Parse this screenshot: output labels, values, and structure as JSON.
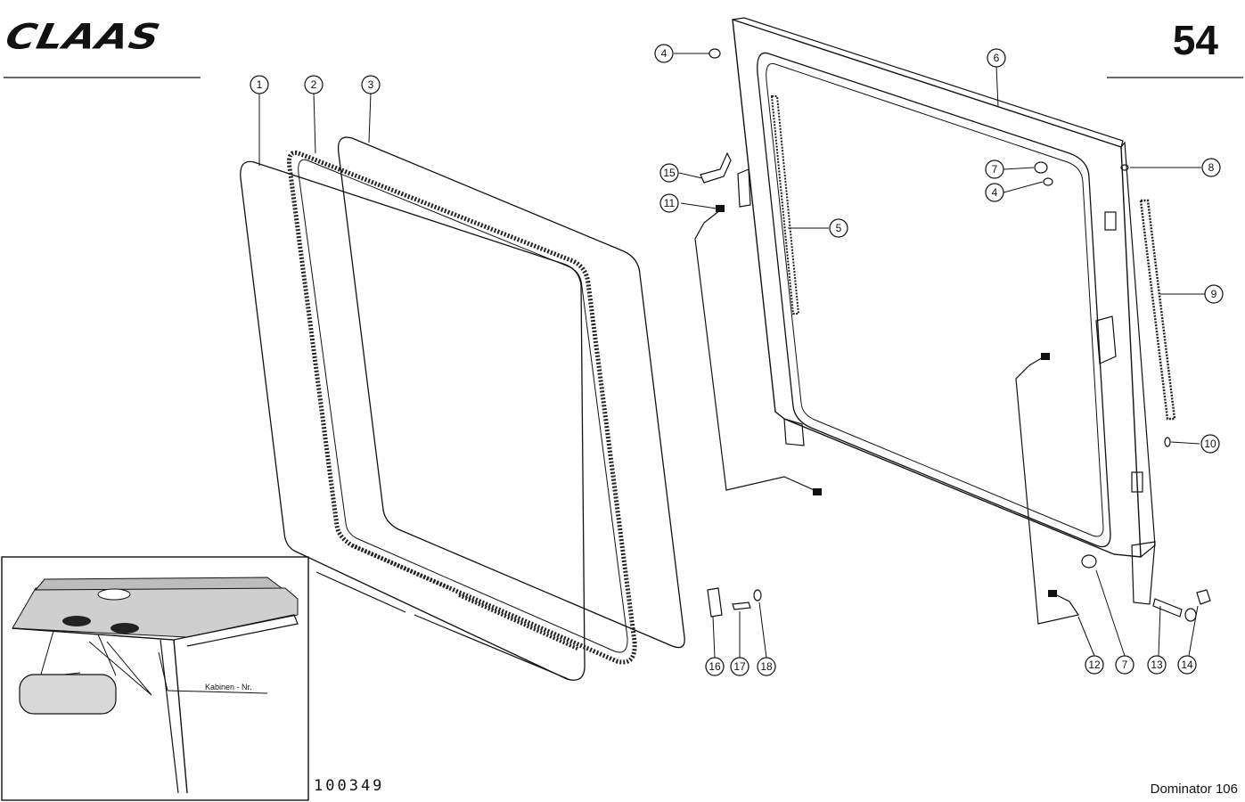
{
  "header": {
    "brand": "CLAAS",
    "page_number": "54"
  },
  "footer": {
    "drawing_number": "100349",
    "model": "Dominator 106"
  },
  "inset": {
    "label": "Kabinen - Nr."
  },
  "callouts": [
    "1",
    "2",
    "3",
    "4",
    "5",
    "6",
    "7",
    "8",
    "9",
    "10",
    "11",
    "12",
    "13",
    "14",
    "15",
    "16",
    "17",
    "18"
  ]
}
